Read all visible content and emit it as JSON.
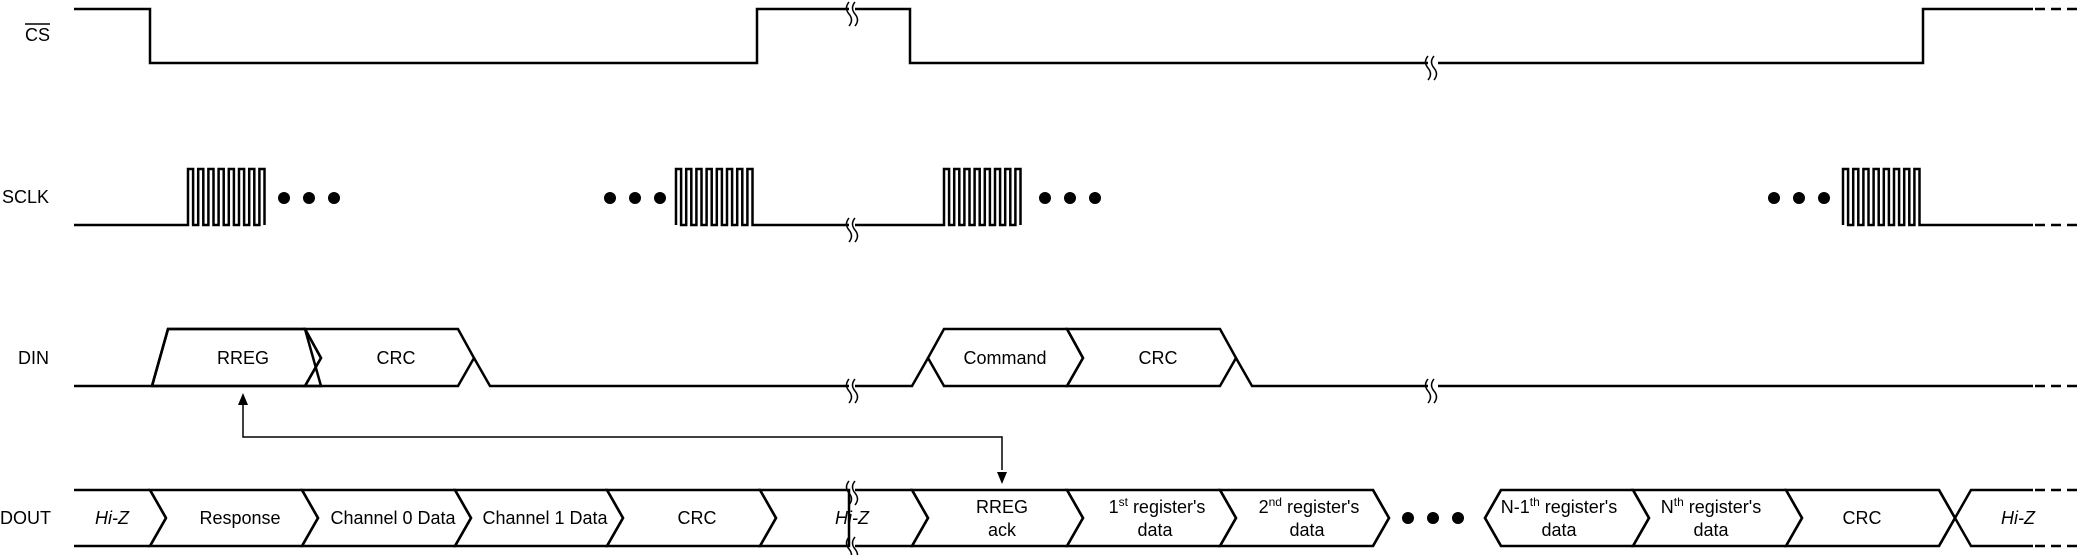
{
  "signals": {
    "cs": "CS",
    "sclk": "SCLK",
    "din": "DIN",
    "dout": "DOUT"
  },
  "din_fields": {
    "rreg": "RREG",
    "crc1": "CRC",
    "command": "Command",
    "crc2": "CRC"
  },
  "dout_fields": {
    "hiz1": "Hi-Z",
    "response": "Response",
    "ch0": "Channel 0 Data",
    "ch1": "Channel 1 Data",
    "crc1": "CRC",
    "hiz2": "Hi-Z",
    "rreg_ack_line1": "RREG",
    "rreg_ack_line2": "ack",
    "reg1_num": "1",
    "reg1_sup": "st",
    "reg1_text": " register's",
    "reg1_line2": "data",
    "reg2_num": "2",
    "reg2_sup": "nd",
    "reg2_text": " register's",
    "reg2_line2": "data",
    "regn1_num": "N-1",
    "regn1_sup": "th",
    "regn1_text": " register's",
    "regn1_line2": "data",
    "regn_num": "N",
    "regn_sup": "th",
    "regn_text": " register's",
    "regn_line2": "data",
    "crc2": "CRC",
    "hiz3": "Hi-Z"
  }
}
